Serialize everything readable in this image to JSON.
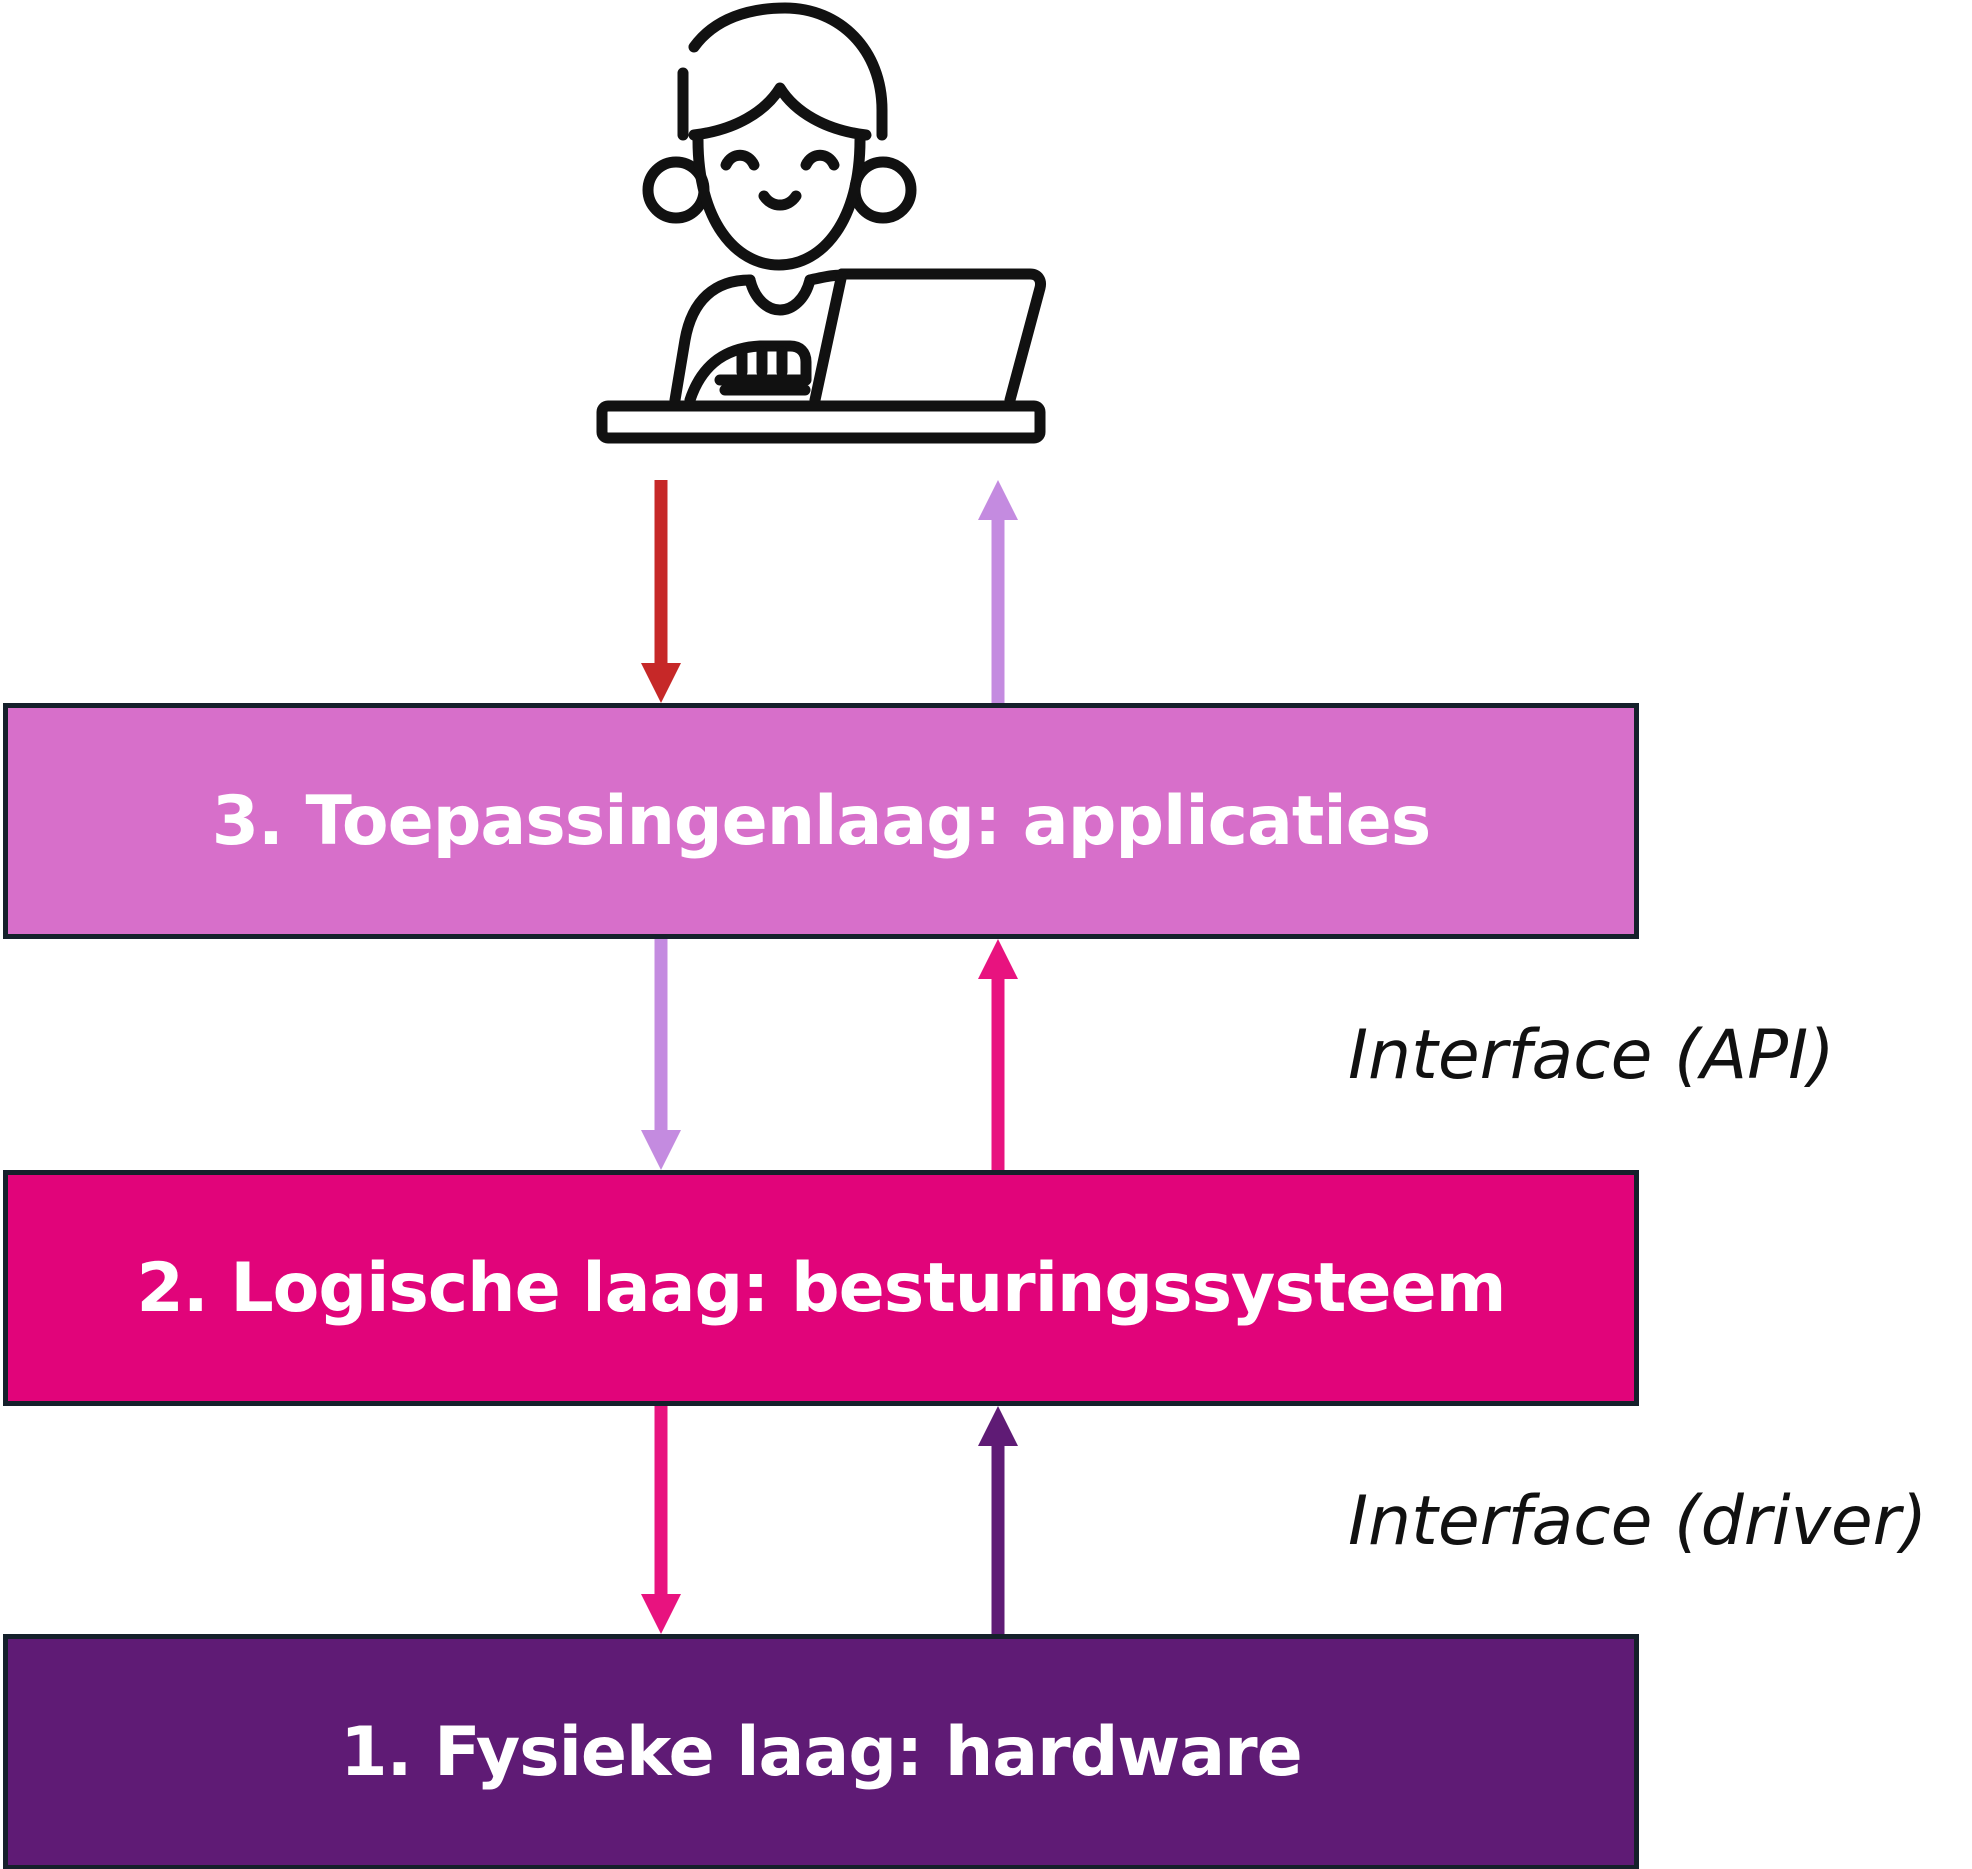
{
  "colors": {
    "layer_3": "#d76fca",
    "layer_2": "#e1047a",
    "layer_1": "#5f1b75",
    "border": "#15202b",
    "arrow_red": "#c62828",
    "arrow_lavender": "#c48be0",
    "arrow_magenta": "#e8137f",
    "arrow_purple": "#5f1b75"
  },
  "user": {
    "icon": "person-at-laptop-icon"
  },
  "layers": [
    {
      "id": "layer-3",
      "label": "3. Toepassingenlaag: applicaties"
    },
    {
      "id": "layer-2",
      "label": "2. Logische laag: besturingssysteem"
    },
    {
      "id": "layer-1",
      "label": "1. Fysieke laag: hardware"
    }
  ],
  "interfaces": {
    "api": "Interface (API)",
    "driver": "Interface (driver)"
  },
  "arrows": [
    {
      "id": "user-to-app",
      "direction": "down",
      "color": "arrow_red"
    },
    {
      "id": "app-to-user",
      "direction": "up",
      "color": "arrow_lavender"
    },
    {
      "id": "app-to-os",
      "direction": "down",
      "color": "arrow_lavender"
    },
    {
      "id": "os-to-app",
      "direction": "up",
      "color": "arrow_magenta"
    },
    {
      "id": "os-to-hardware",
      "direction": "down",
      "color": "arrow_magenta"
    },
    {
      "id": "hardware-to-os",
      "direction": "up",
      "color": "arrow_purple"
    }
  ]
}
